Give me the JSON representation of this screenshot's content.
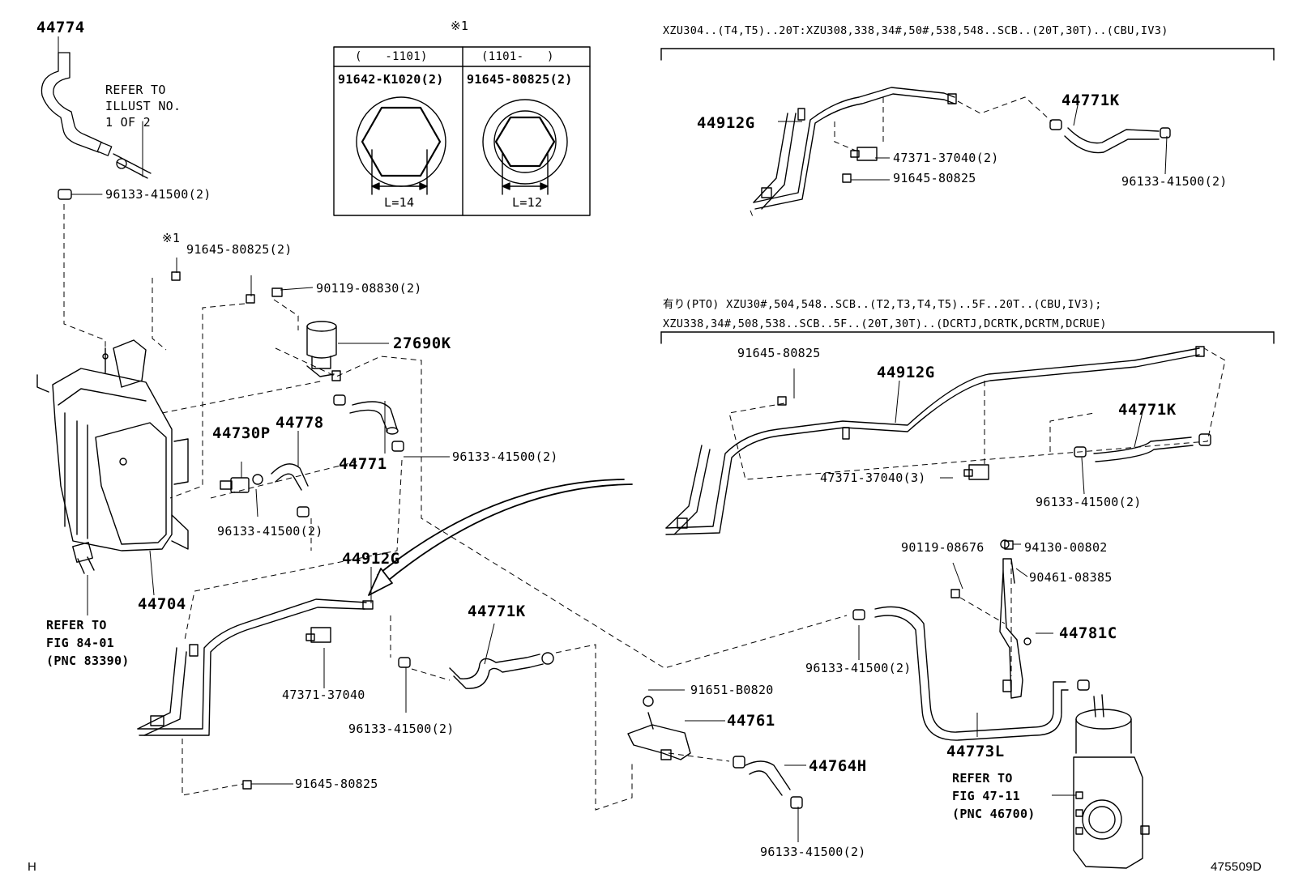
{
  "labels": {
    "p44774": "44774",
    "refer_illust_1": "REFER TO",
    "refer_illust_2": "ILLUST NO.",
    "refer_illust_3": "1 OF 2",
    "clip_top_left": "96133-41500(2)",
    "note1_top": "※1",
    "note1_left": "※1",
    "p91645_2": "91645-80825(2)",
    "p90119": "90119-08830(2)",
    "p27690k": "27690K",
    "p44730p": "44730P",
    "p44778": "44778",
    "p44771": "44771",
    "clip_mid_right": "96133-41500(2)",
    "clip_mid_left": "96133-41500(2)",
    "p44704": "44704",
    "refer_fig84_1": "REFER TO",
    "refer_fig84_2": "FIG 84-01",
    "refer_fig84_3": "(PNC 83390)",
    "p44912g_bottom": "44912G",
    "p44771k_bottom": "44771K",
    "p47371_bottom": "47371-37040",
    "clip_bottom": "96133-41500(2)",
    "p91645_bottom": "91645-80825",
    "p91651": "91651-B0820",
    "p44761": "44761",
    "p44764h": "44764H",
    "clip_44764h": "96133-41500(2)",
    "p90119_08676": "90119-08676",
    "p94130": "94130-00802",
    "p90461": "90461-08385",
    "p44781c": "44781C",
    "clip_44773": "96133-41500(2)",
    "p44773l": "44773L",
    "refer_fig47_1": "REFER TO",
    "refer_fig47_2": "FIG 47-11",
    "refer_fig47_3": "(PNC 46700)",
    "corner_h": "H",
    "diagram_id": "475509D"
  },
  "inset_table": {
    "col1_range": "(　　-1101)",
    "col2_range": "(1101-　　)",
    "col1_part": "91642-K1020(2)",
    "col2_part": "91645-80825(2)",
    "col1_len": "L=14",
    "col2_len": "L=12"
  },
  "variant1": {
    "header": "XZU304..(T4,T5)..20T:XZU308,338,34#,50#,538,548..SCB..(20T,30T)..(CBU,IV3)",
    "p44912g": "44912G",
    "p44771k": "44771K",
    "p47371": "47371-37040(2)",
    "p91645": "91645-80825",
    "clip": "96133-41500(2)"
  },
  "variant2": {
    "header1": "有り(PTO) XZU30#,504,548..SCB..(T2,T3,T4,T5)..5F..20T..(CBU,IV3);",
    "header2": "XZU338,34#,508,538..SCB..5F..(20T,30T)..(DCRTJ,DCRTK,DCRTM,DCRUE)",
    "p91645": "91645-80825",
    "p44912g": "44912G",
    "p44771k": "44771K",
    "p47371": "47371-37040(3)",
    "clip": "96133-41500(2)"
  }
}
